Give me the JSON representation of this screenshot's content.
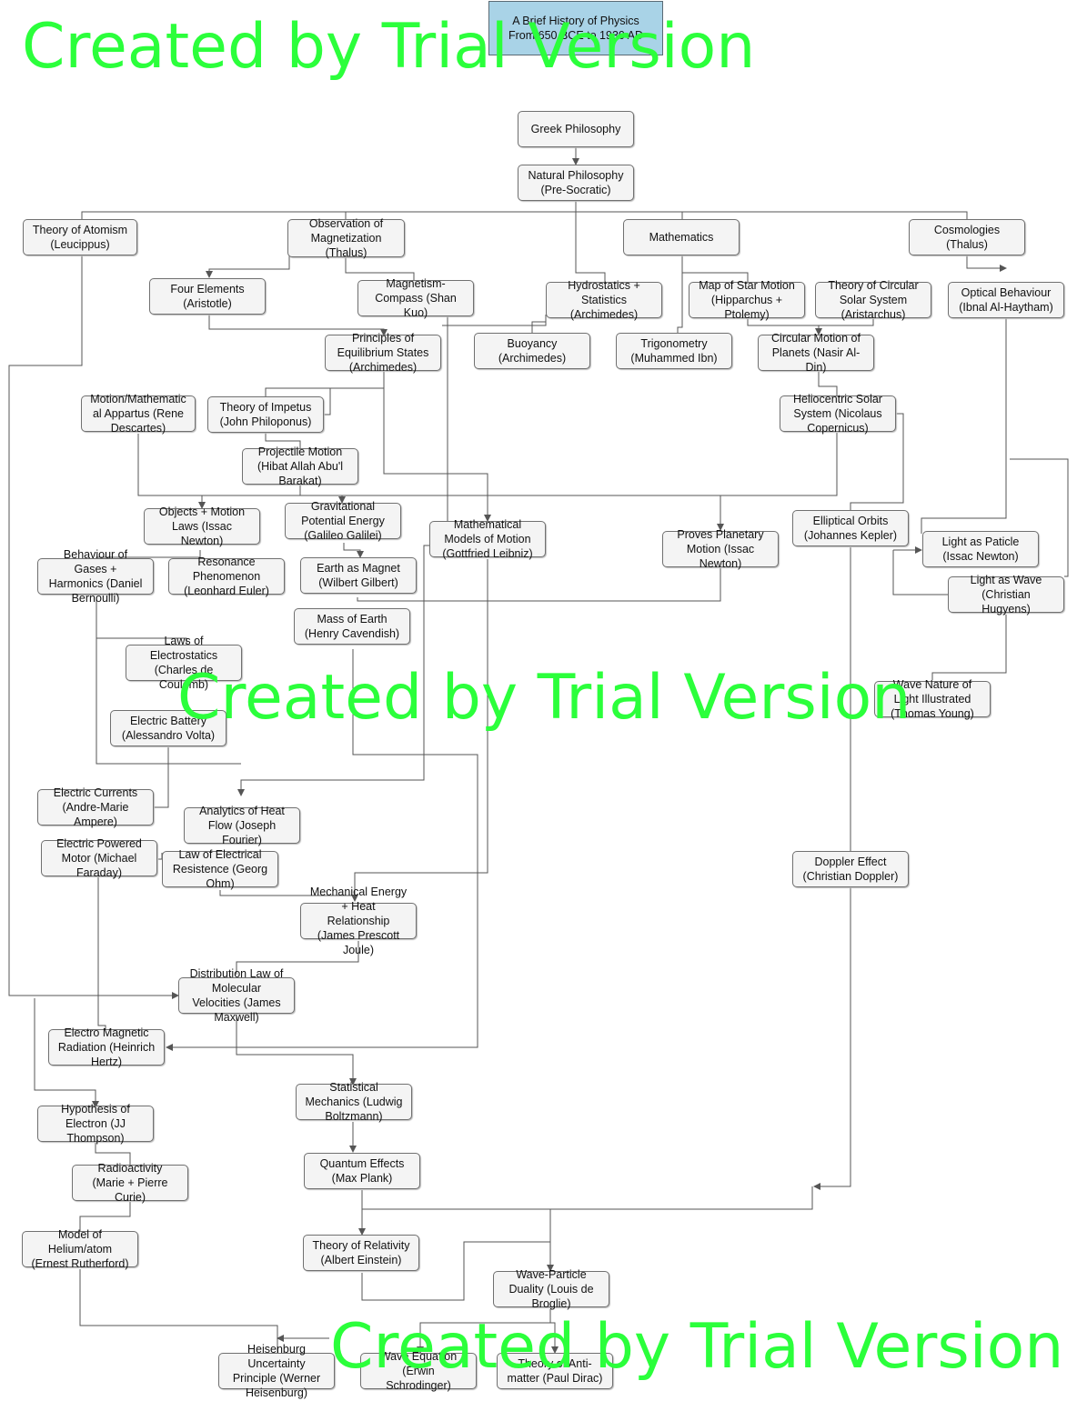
{
  "title": "A Brief History of Physics\nFrom 650 BCE to 1930 AD",
  "watermark": "Created by Trial Version",
  "nodes": {
    "greek": "Greek Philosophy",
    "natural": "Natural Philosophy\n(Pre-Socratic)",
    "atomism": "Theory of Atomism\n(Leucippus)",
    "magnetization": "Observation of\nMagnetization\n(Thalus)",
    "mathematics": "Mathematics",
    "cosmologies": "Cosmologies\n(Thalus)",
    "four_elements": "Four Elements\n(Aristotle)",
    "compass": "Magnetism-\nCompass (Shan\nKuo)",
    "hydrostatics": "Hydrostatics +\nStatistics\n(Archimedes)",
    "star_map": "Map of Star Motion\n(Hipparchus +\nPtolemy)",
    "circular_solar": "Theory of Circular\nSolar System\n(Aristarchus)",
    "optical": "Optical Behaviour\n(Ibnal Al-Haytham)",
    "equilibrium": "Principles of\nEquilibrium States\n(Archimedes)",
    "buoyancy": "Buoyancy\n(Archimedes)",
    "trigonometry": "Trigonometry\n(Muhammed Ibn)",
    "planet_motion": "Circular Motion of\nPlanets (Nasir Al-\nDin)",
    "descartes": "Motion/Mathematic\nal Appartus (Rene\nDescartes)",
    "impetus": "Theory of Impetus\n(John Philoponus)",
    "heliocentric": "Heliocentric Solar\nSystem (Nicolaus\nCopernicus)",
    "projectile": "Projectile Motion\n(Hibat Allah Abu'l\nBarakat)",
    "newton_laws": "Objects + Motion\nLaws (Issac\nNewton)",
    "grav_energy": "Gravitational\nPotential Energy\n(Galileo Galilei)",
    "leibniz": "Mathematical\nModels of Motion\n(Gottfried Leibniz)",
    "planetary": "Proves Planetary\nMotion (Issac\nNewton)",
    "kepler": "Elliptical Orbits\n(Johannes Kepler)",
    "light_particle": "Light as Paticle\n(Issac Newton)",
    "bernoulli": "Behaviour of\nGases +\nHarmonics (Daniel\nBernoulli)",
    "euler": "Resonance\nPhenomenon\n(Leonhard Euler)",
    "gilbert": "Earth as Magnet\n(Wilbert Gilbert)",
    "light_wave": "Light as Wave\n(Christian\nHugyens)",
    "cavendish": "Mass of Earth\n(Henry Cavendish)",
    "coulomb": "Laws of\nElectrostatics\n(Charles de\nCoulomb)",
    "young": "Wave Nature of\nLight Illustrated\n(Thomas Young)",
    "volta": "Electric Battery\n(Alessandro Volta)",
    "ampere": "Electric Currents\n(Andre-Marie\nAmpere)",
    "fourier": "Analytics of Heat\nFlow (Joseph\nFourier)",
    "faraday": "Electric Powered\nMotor (Michael\nFaraday)",
    "ohm": "Law of Electrical\nResistence (Georg\nOhm)",
    "doppler": "Doppler Effect\n(Christian Doppler)",
    "joule": "Mechanical Energy\n+ Heat\nRelationship\n(James Prescott\nJoule)",
    "maxwell": "Distribution Law of\nMolecular\nVelocities (James\nMaxwell)",
    "hertz": "Electro Magnetic\nRadiation (Heinrich\nHertz)",
    "boltzmann": "Statistical\nMechanics (Ludwig\nBoltzmann)",
    "thompson": "Hypothesis of\nElectron (JJ\nThompson)",
    "quantum": "Quantum Effects\n(Max Plank)",
    "curie": "Radioactivity\n(Marie + Pierre\nCurie)",
    "rutherford": "Model of\nHelium/atom\n(Ernest Rutherford)",
    "relativity": "Theory of Relativity\n(Albert Einstein)",
    "de_broglie": "Wave-Particle\nDuality (Louis de\nBroglie)",
    "heisenberg": "Heisenburg\nUncertainty\nPrinciple (Werner\nHeisenburg)",
    "schrodinger": "Wave Equation\n(Erwin\nSchrodinger)",
    "dirac": "Theory of Anti-\nmatter (Paul Dirac)"
  }
}
